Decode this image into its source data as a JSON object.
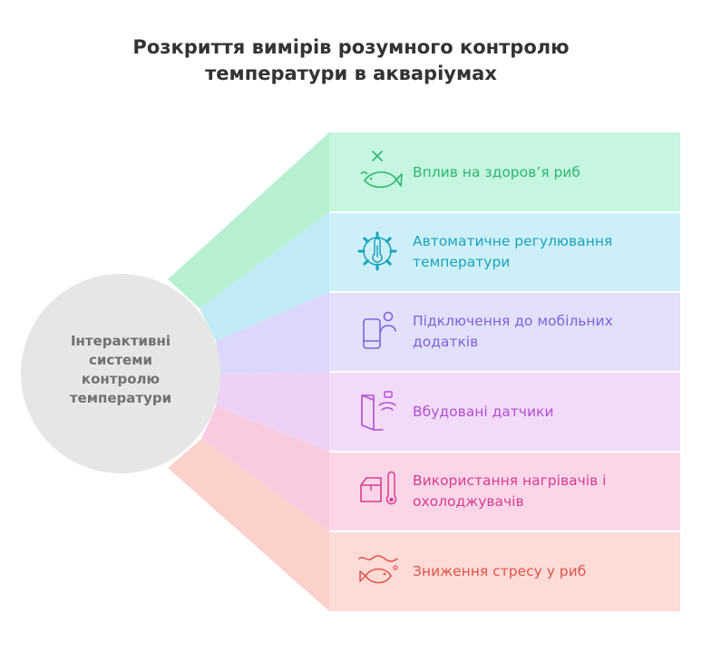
{
  "title": {
    "line1": "Розкриття вимірів розумного контролю",
    "line2": "температури в акваріумах"
  },
  "hub": {
    "label_lines": [
      "Інтерактивні",
      "системи",
      "контролю",
      "температури"
    ],
    "fill": "#e6e6e6",
    "text_color": "#707070"
  },
  "items": [
    {
      "lines": [
        "Вплив на здоров’я риб"
      ],
      "icon": "fish-cross-icon",
      "fill": "#c6f6df",
      "fan_fill": "#b8f0d2",
      "color": "#2bb673"
    },
    {
      "lines": [
        "Автоматичне регулювання",
        "температури"
      ],
      "icon": "gear-thermometer-icon",
      "fill": "#cdf0f8",
      "fan_fill": "#c0ebf6",
      "color": "#19a3bd"
    },
    {
      "lines": [
        "Підключення до мобільних",
        "додатків"
      ],
      "icon": "phone-user-icon",
      "fill": "#e3e0fb",
      "fan_fill": "#dcd8fa",
      "color": "#7c63d9"
    },
    {
      "lines": [
        "Вбудовані датчики"
      ],
      "icon": "door-sensor-icon",
      "fill": "#f2dbf8",
      "fan_fill": "#eed2f6",
      "color": "#b14fcf"
    },
    {
      "lines": [
        "Використання нагрівачів і",
        "охолоджувачів"
      ],
      "icon": "box-thermometer-icon",
      "fill": "#fcd6e8",
      "fan_fill": "#facbe0",
      "color": "#d63c8f"
    },
    {
      "lines": [
        "Зниження стресу у риб"
      ],
      "icon": "fish-water-icon",
      "fill": "#fddbd7",
      "fan_fill": "#fcd0cb",
      "color": "#e2524a"
    }
  ]
}
